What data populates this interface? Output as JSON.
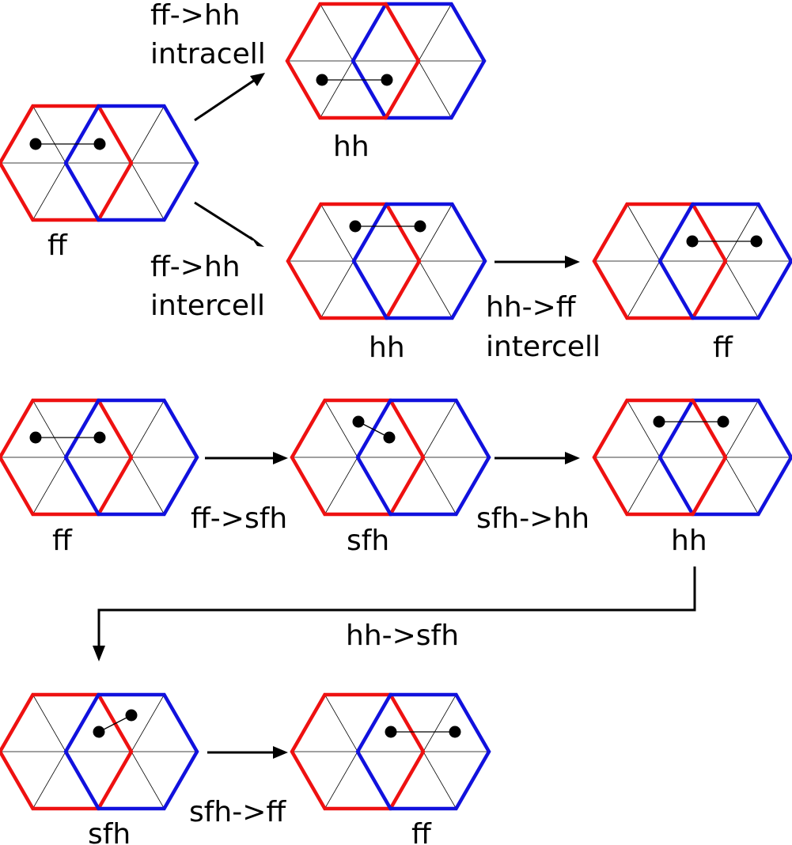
{
  "colors": {
    "cell_left": "#ee1111",
    "cell_right": "#1111dd",
    "lines": "#000000"
  },
  "panels": [
    {
      "id": "p1",
      "label": "ff",
      "dots": [
        [
          45,
          182
        ],
        [
          126,
          182
        ]
      ],
      "front": "right"
    },
    {
      "id": "p2",
      "label": "hh",
      "dots": [
        [
          407,
          101
        ],
        [
          489,
          101
        ]
      ],
      "front": "left"
    },
    {
      "id": "p3",
      "label": "hh",
      "dots": [
        [
          449,
          286
        ],
        [
          531,
          286
        ]
      ],
      "front": "right"
    },
    {
      "id": "p4",
      "label": "ff",
      "dots": [
        [
          875,
          305
        ],
        [
          956,
          305
        ]
      ],
      "front": "right"
    },
    {
      "id": "p5",
      "label": "ff",
      "dots": [
        [
          45,
          553
        ],
        [
          126,
          553
        ]
      ],
      "front": "right"
    },
    {
      "id": "p6",
      "label": "sfh",
      "dots": [
        [
          453,
          533
        ],
        [
          492,
          553
        ]
      ],
      "front": "right"
    },
    {
      "id": "p7",
      "label": "hh",
      "dots": [
        [
          833,
          533
        ],
        [
          914,
          533
        ]
      ],
      "front": "left"
    },
    {
      "id": "p8",
      "label": "sfh",
      "dots": [
        [
          125,
          925
        ],
        [
          166,
          904
        ]
      ],
      "front": "right"
    },
    {
      "id": "p9",
      "label": "ff",
      "dots": [
        [
          494,
          925
        ],
        [
          575,
          925
        ]
      ],
      "front": "right"
    }
  ],
  "transitions": [
    {
      "id": "t1",
      "lines": [
        "ff->hh",
        "intracell"
      ]
    },
    {
      "id": "t2",
      "lines": [
        "ff->hh",
        "intercell"
      ]
    },
    {
      "id": "t3",
      "lines": [
        "hh->ff",
        "intercell"
      ]
    },
    {
      "id": "t4",
      "lines": [
        "ff->sfh"
      ]
    },
    {
      "id": "t5",
      "lines": [
        "sfh->hh"
      ]
    },
    {
      "id": "t6",
      "lines": [
        "hh->sfh"
      ]
    },
    {
      "id": "t7",
      "lines": [
        "sfh->ff"
      ]
    }
  ]
}
